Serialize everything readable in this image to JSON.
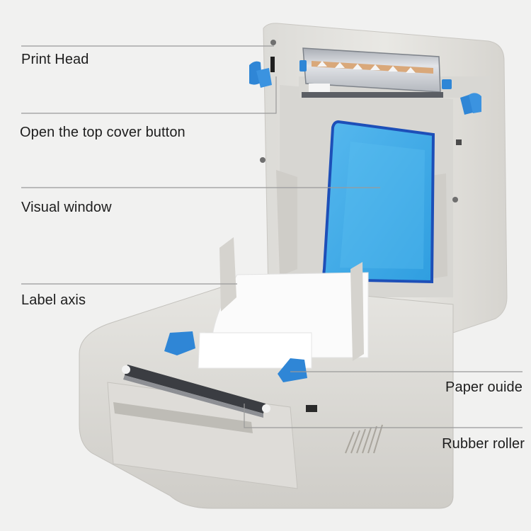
{
  "figure": {
    "subject": "Thermal label printer with top cover open",
    "background_color": "#f1f1f0",
    "line_color": "#9a9a9a",
    "text_color": "#1d1d1d"
  },
  "callouts": [
    {
      "id": "print-head",
      "label": "Print Head",
      "side": "left"
    },
    {
      "id": "open-top-cover-button",
      "label": "Open the top cover button",
      "side": "left"
    },
    {
      "id": "visual-window",
      "label": "Visual window",
      "side": "left"
    },
    {
      "id": "label-axis",
      "label": "Label axis",
      "side": "left"
    },
    {
      "id": "paper-guide",
      "label": "Paper ouide",
      "side": "right"
    },
    {
      "id": "rubber-roller",
      "label": "Rubber roller",
      "side": "right"
    }
  ],
  "colors": {
    "body": "#e3e2de",
    "body_shadow": "#cfcdc8",
    "body_dark": "#bdbab4",
    "accent_blue": "#2f86d6",
    "window_blue": "#3fa9e6",
    "window_border": "#1d4fb8",
    "paper": "#fbfbfb",
    "roller": "#3b3d42",
    "print_head_metal": "#c9ccd1",
    "print_head_strip": "#d9a87a"
  }
}
